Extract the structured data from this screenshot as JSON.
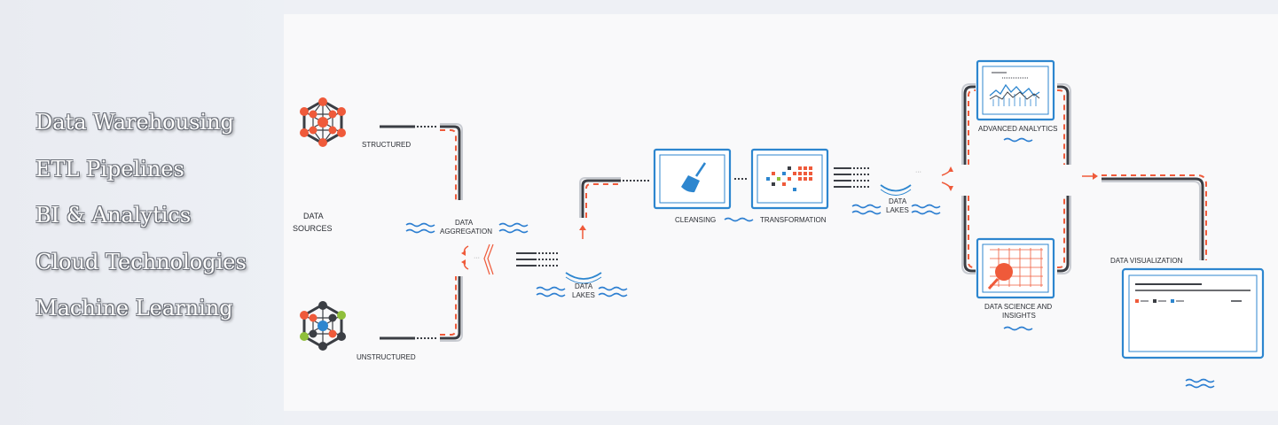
{
  "menu": {
    "items": [
      {
        "label": "Data Warehousing"
      },
      {
        "label": "ETL Pipelines"
      },
      {
        "label": "BI & Analytics"
      },
      {
        "label": "Cloud Technologies"
      },
      {
        "label": "Machine Learning"
      }
    ]
  },
  "diagram": {
    "sources": {
      "structured": "STRUCTURED",
      "unstructured": "UNSTRUCTURED",
      "data_sources_line1": "DATA",
      "data_sources_line2": "SOURCES"
    },
    "aggregation": {
      "line1": "DATA",
      "line2": "AGGREGATION"
    },
    "lakes_a": {
      "line1": "DATA",
      "line2": "LAKES"
    },
    "lakes_b": {
      "line1": "DATA",
      "line2": "LAKES"
    },
    "cleansing": "CLEANSING",
    "transformation": "TRANSFORMATION",
    "advanced_analytics": "ADVANCED ANALYTICS",
    "data_science": {
      "line1": "DATA SCIENCE AND",
      "line2": "INSIGHTS"
    },
    "data_visualization": "DATA VISUALIZATION",
    "colors": {
      "accent_orange": "#ef5a3a",
      "accent_blue": "#2d86cf",
      "pipe_dark": "#3b3e44"
    }
  }
}
